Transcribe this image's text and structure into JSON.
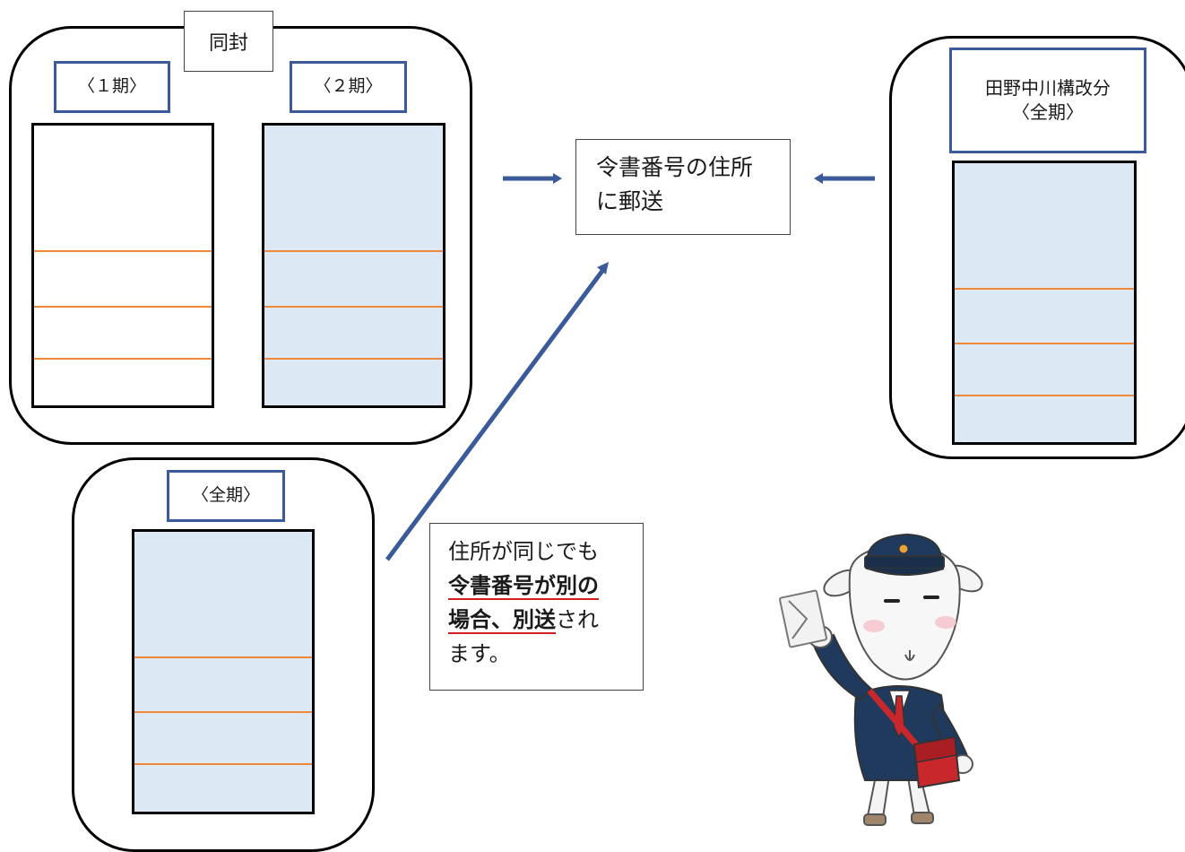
{
  "top_left_group": {
    "header": "同封",
    "period1_label": "〈１期〉",
    "period2_label": "〈２期〉"
  },
  "center": {
    "mail_line1": "令書番号の住所",
    "mail_line2": "に郵送"
  },
  "right_group": {
    "label": "田野中川構改分\n〈全期〉"
  },
  "bottom_left_group": {
    "label": "〈全期〉"
  },
  "note": {
    "line1": "住所が同じでも",
    "line2_bold": "令書番号が別の",
    "line3_bold": "場合、別送",
    "line3_rest": "され",
    "line4": "ます。"
  },
  "colors": {
    "doc_fill": "#dde8f5",
    "doc_line": "#f0883a",
    "arrow": "#3b5a9a",
    "label_border": "#3b5a9a",
    "note_underline": "#d42020"
  },
  "illustration": "mail-carrier-sheep-icon"
}
